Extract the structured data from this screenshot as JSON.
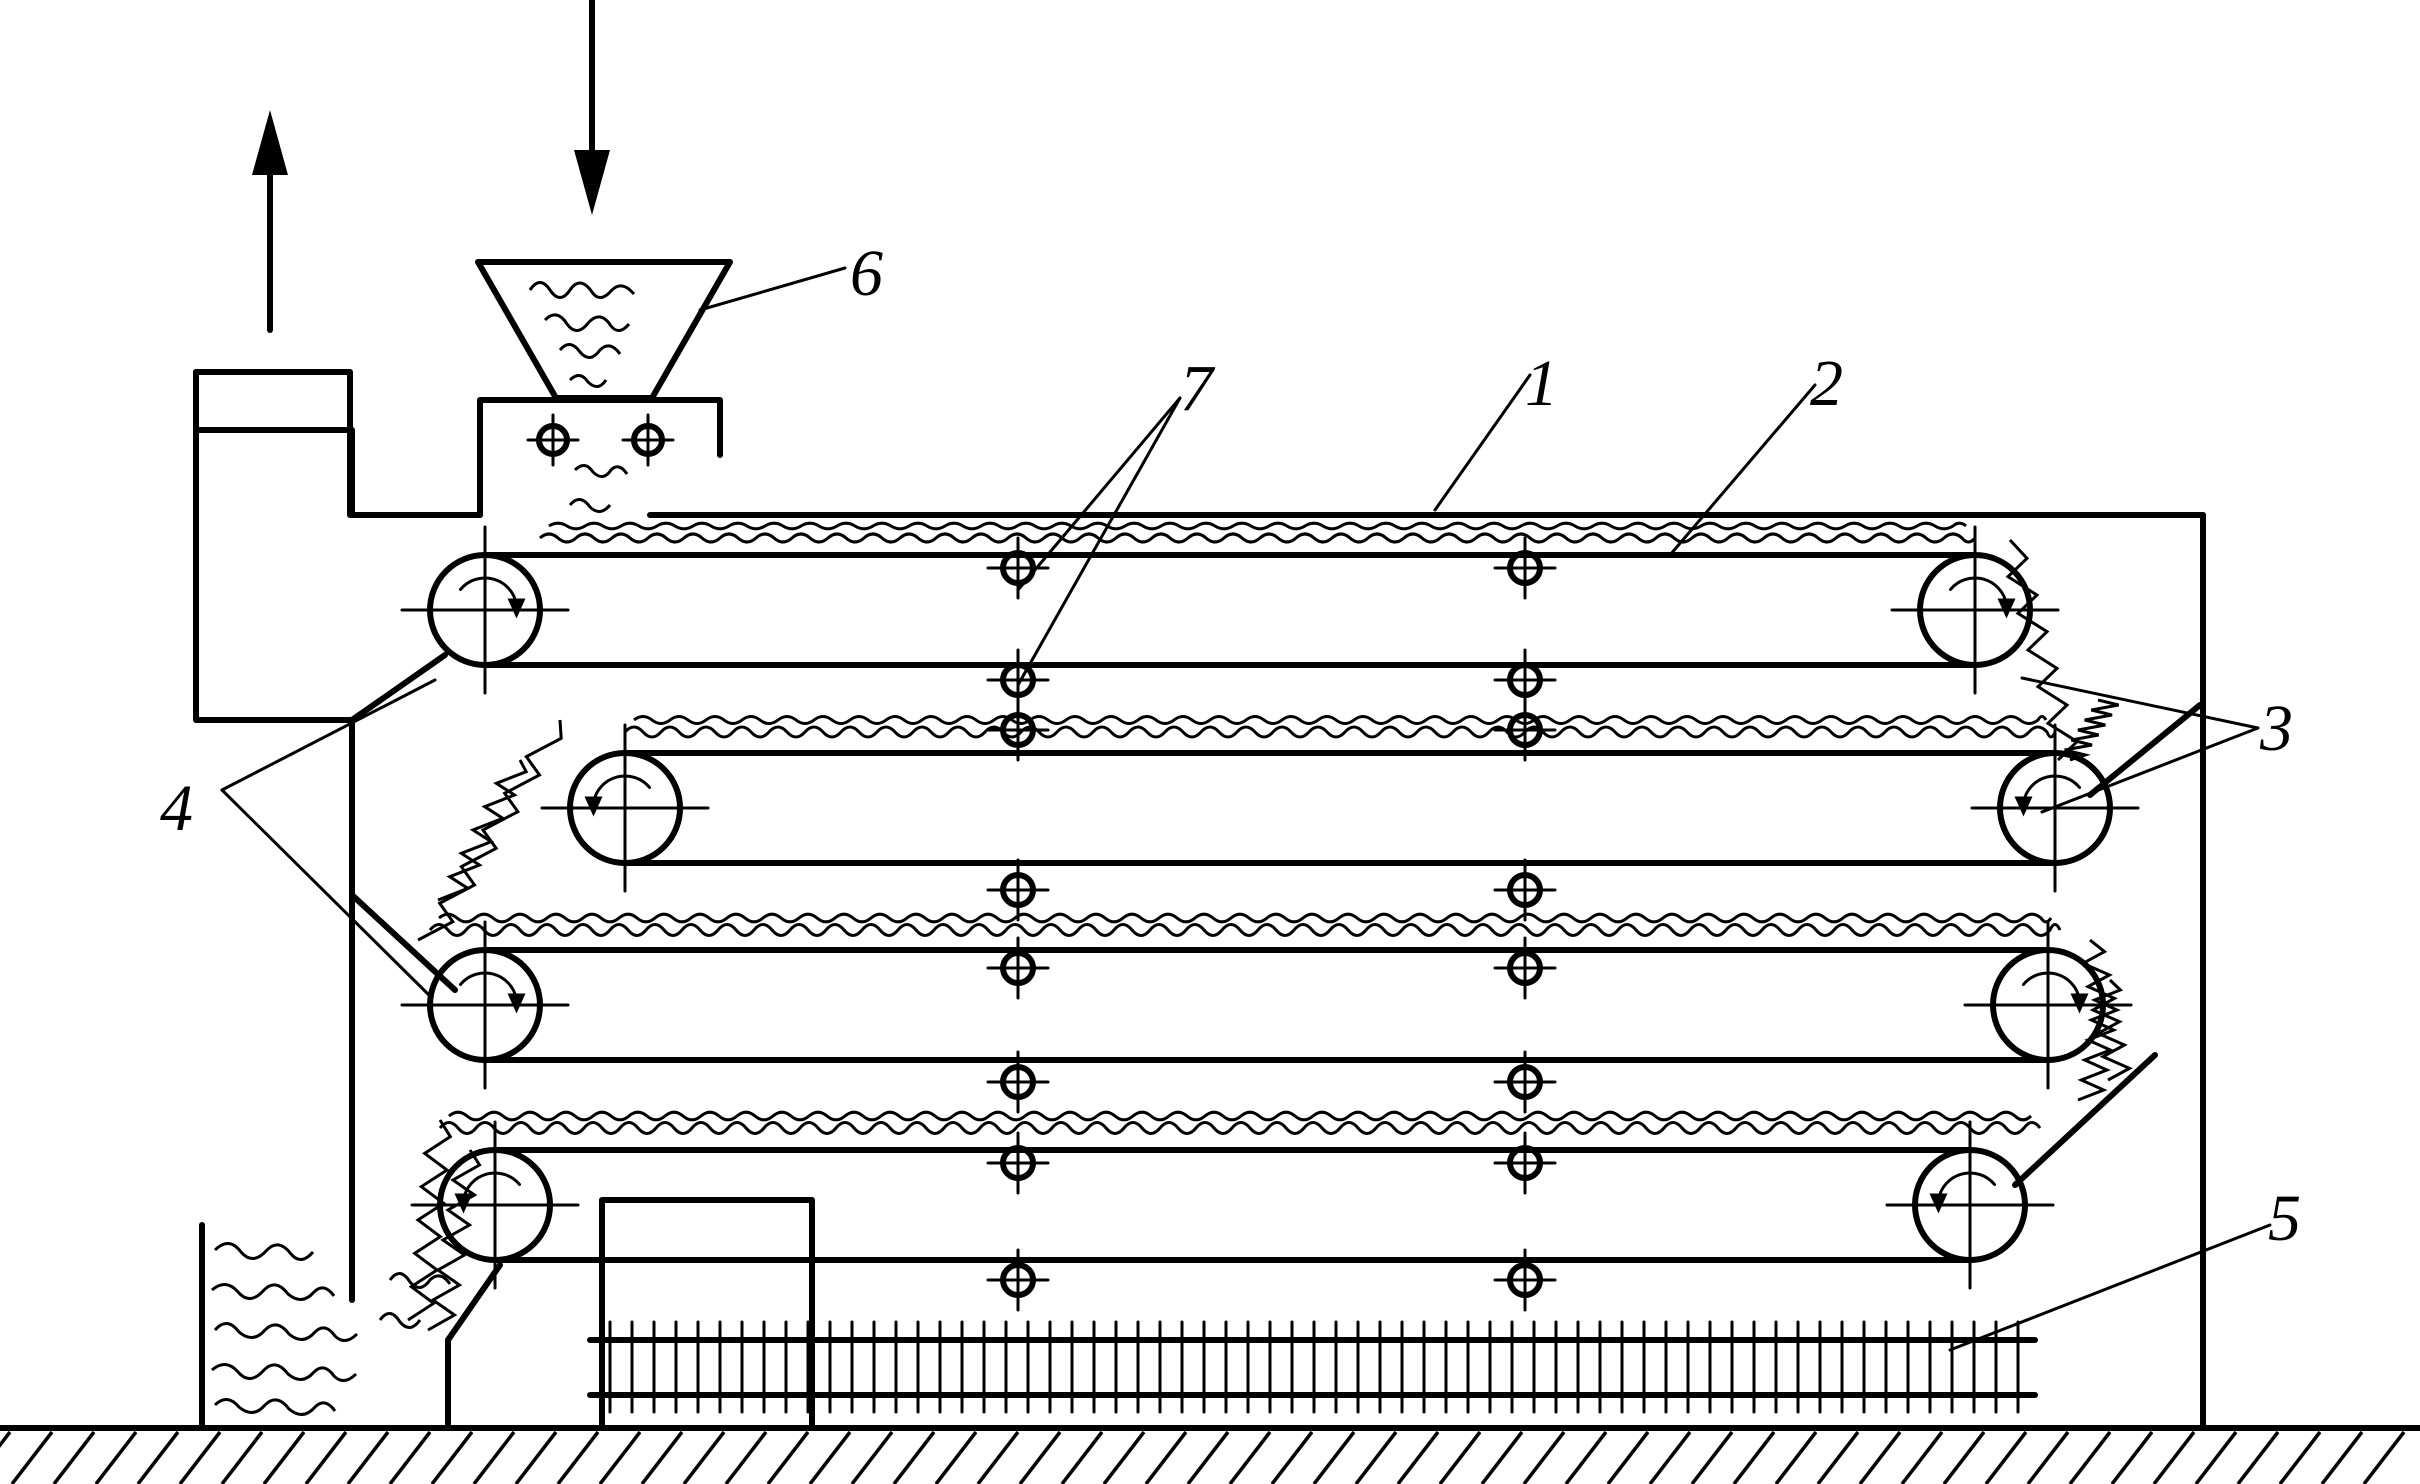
{
  "labels": {
    "housing": "1",
    "conveyor_belt": "2",
    "drive_drums_right": "3",
    "drive_drums_left": "4",
    "heater": "5",
    "hopper": "6",
    "support_rollers": "7"
  },
  "belts": [
    {
      "tier": 1,
      "travel": "left-to-right"
    },
    {
      "tier": 2,
      "travel": "right-to-left"
    },
    {
      "tier": 3,
      "travel": "left-to-right"
    },
    {
      "tier": 4,
      "travel": "right-to-left"
    }
  ],
  "flows": [
    {
      "id": "material-in",
      "direction": "down"
    },
    {
      "id": "exhaust-out",
      "direction": "up"
    }
  ],
  "colors": {
    "line": "#000000",
    "background": "#ffffff"
  }
}
